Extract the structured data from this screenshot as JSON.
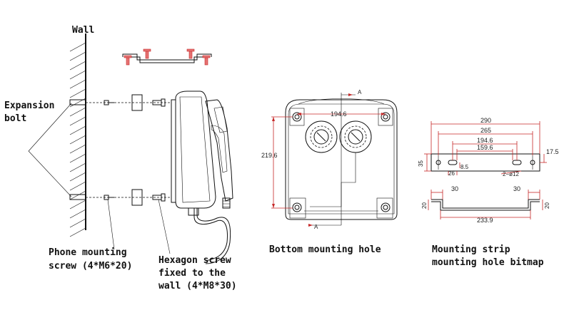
{
  "labels": {
    "wall": "Wall",
    "expansion_1": "Expansion",
    "expansion_2": "bolt",
    "phone_screw_1": "Phone mounting",
    "phone_screw_2": "screw (4*M6*20)",
    "hex_screw_1": "Hexagon screw",
    "hex_screw_2": "fixed to the",
    "hex_screw_3": "wall (4*M8*30)",
    "bottom_hole": "Bottom mounting hole",
    "strip_1": "Mounting strip",
    "strip_2": "mounting hole bitmap"
  },
  "dims": {
    "width_194": "194.6",
    "height_219": "219.6",
    "section_a": "A",
    "strip_290": "290",
    "strip_265": "265",
    "strip_194": "194.6",
    "strip_159": "159.6",
    "strip_35": "35",
    "strip_17": "17.5",
    "strip_8": "8.5",
    "strip_26": "26",
    "strip_hole": "2−ø12",
    "side_30_left": "30",
    "side_30_right": "30",
    "side_20_left": "20",
    "side_20_right": "20",
    "side_233": "233.9"
  },
  "colors": {
    "line": "#111111",
    "dimension": "#c62828"
  }
}
